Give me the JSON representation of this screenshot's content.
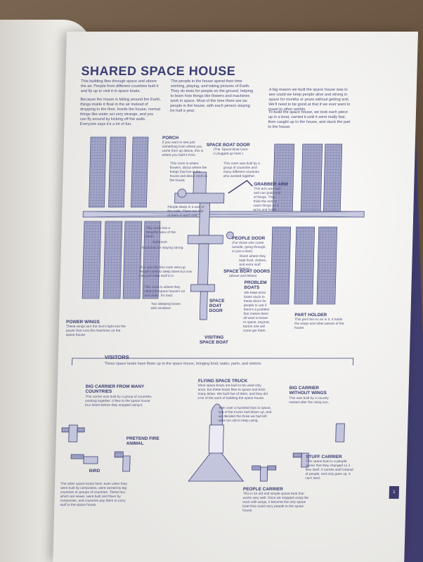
{
  "page": {
    "title": "SHARED SPACE HOUSE",
    "intro_1": "This building flies through space and above the air. People from different countries built it and fly up to visit it in space boats.",
    "intro_2": "Because the house is falling around the Earth, things inside it float in the air instead of dropping to the floor. Inside the house, normal things like water act very strange, and you can fly around by kicking off the walls. Everyone says it's a lot of fun.",
    "intro_3": "The people in the house spend their time working, playing, and taking pictures of Earth. They do tests for people on the ground, helping to learn how things like flowers and machines work in space. Most of the time there are six people in the house, with each person staying for half a year.",
    "intro_4": "A big reason we built the space house was to see could we keep people alive and strong in space for months or years without getting sick. We'll need to be good at that if we ever want to travel to other worlds.",
    "intro_5": "To build the space house, we took each piece up in a boat, carried it until it went really fast, then caught up to the house, and stuck the part to the house.",
    "page_number": "1"
  },
  "station_labels": {
    "porch": {
      "title": "PORCH",
      "text": "If you want to see just something from where you came from up above, this is where you hold it from."
    },
    "porch_2": {
      "text": "This room is where flowers, about where the things that live in the house and about room in the house."
    },
    "space_boat_door": {
      "title": "SPACE BOAT DOOR",
      "text": "(The 'Space-Boat Door' is plugged up here.)"
    },
    "boat_room": {
      "text": "This room was built by a group of countries and many different countries who worked together."
    },
    "grabber_arm": {
      "title": "GRABBER ARM",
      "text": "This arm was built and can grab hold of things. They think the arm to catch things as it turns and holds."
    },
    "people_sleep": {
      "text": "People sleep in a wall of the walls. There are four of them in each one."
    },
    "beautiful_view": {
      "text": "This room has a beautiful view of the Earth."
    },
    "bathroom": {
      "text": "Bathroom"
    },
    "machines": {
      "text": "Machines for staying strong"
    },
    "people_door": {
      "title": "PEOPLE DOOR",
      "text": "(For those who come outside, going through, or just a door)"
    },
    "storage": {
      "text": "Room where they kept food, clothes, and extra stuff (below)"
    },
    "first_room": {
      "text": "This was the first room sent up. People used to sleep there but now they just keep stuff in it."
    },
    "space_boat_doors": {
      "title": "SPACE BOAT DOORS",
      "text": "(above and below)"
    },
    "problem_boats": {
      "title": "PROBLEM BOATS",
      "text": "We keep extra boats stuck to these doors for people to use if there's a problem that makes them all want to leave. In space, anyone, button one will come get them."
    },
    "sleepy": {
      "text": "This room is where they clean the space house's air and water. It's loud."
    },
    "sleeping": {
      "text": "Two sleeping boxes with windows"
    },
    "space_boat_door_2": {
      "title": "SPACE BOAT DOOR"
    },
    "power_wings": {
      "title": "POWER WINGS",
      "text": "These wings turn the Sun's light into the power that runs the machines on the space house."
    },
    "part_holder": {
      "title": "PART HOLDER",
      "text": "This part has no air in it. It holds the wings and other pieces of the house."
    },
    "visiting_boat": {
      "title": "VISITING SPACE BOAT"
    }
  },
  "visitors": {
    "title": "VISITORS",
    "subtitle": "These space boats have flown up to the space house, bringing food, water, parts, and visitors.",
    "big_carrier": {
      "title": "BIG CARRIER FROM MANY COUNTRIES",
      "text": "This carrier was built by a group of countries working together. It flew to the space house four times before they stopped using it."
    },
    "flying_truck": {
      "title": "FLYING SPACE TRUCK",
      "text": "Most space boats are built to be used only once, but these boats flew to space and back many times. We built five of them, and they did a lot of the work of building the space house.",
      "text_2": "After over a hundred trips to space, two of the trucks had blown up, and we decided the three we had left were too old to keep using."
    },
    "no_wings": {
      "title": "BIG CARRIER WITHOUT WINGS",
      "text": "This was built by a country named after the rising sun."
    },
    "fire_animal": {
      "title": "PRETEND FIRE ANIMAL"
    },
    "bird": {
      "title": "BIRD"
    },
    "other": {
      "text": "The other space boats here, even when they were built by companies, were owned by big countries or groups of countries. These two, which are newer, were built and flown by companies, and countries pay them to carry stuff to the space house."
    },
    "people_carrier": {
      "title": "PEOPLE CARRIER",
      "text": "This is an old and simple space boat that works very well. Once we stopped using the truck with wings, it became the only space boat that could carry people to the space house."
    },
    "stuff_carrier": {
      "title": "STUFF CARRIER",
      "text": "This space boat is a people carrier that they changed so it flew itself. It carries stuff instead of people, and only goes up. It can't land."
    }
  },
  "colors": {
    "ink": "#3b3f75",
    "panel": "#9ea1c4",
    "page": "#f3f2ef",
    "cover": "#3f3c6e"
  }
}
